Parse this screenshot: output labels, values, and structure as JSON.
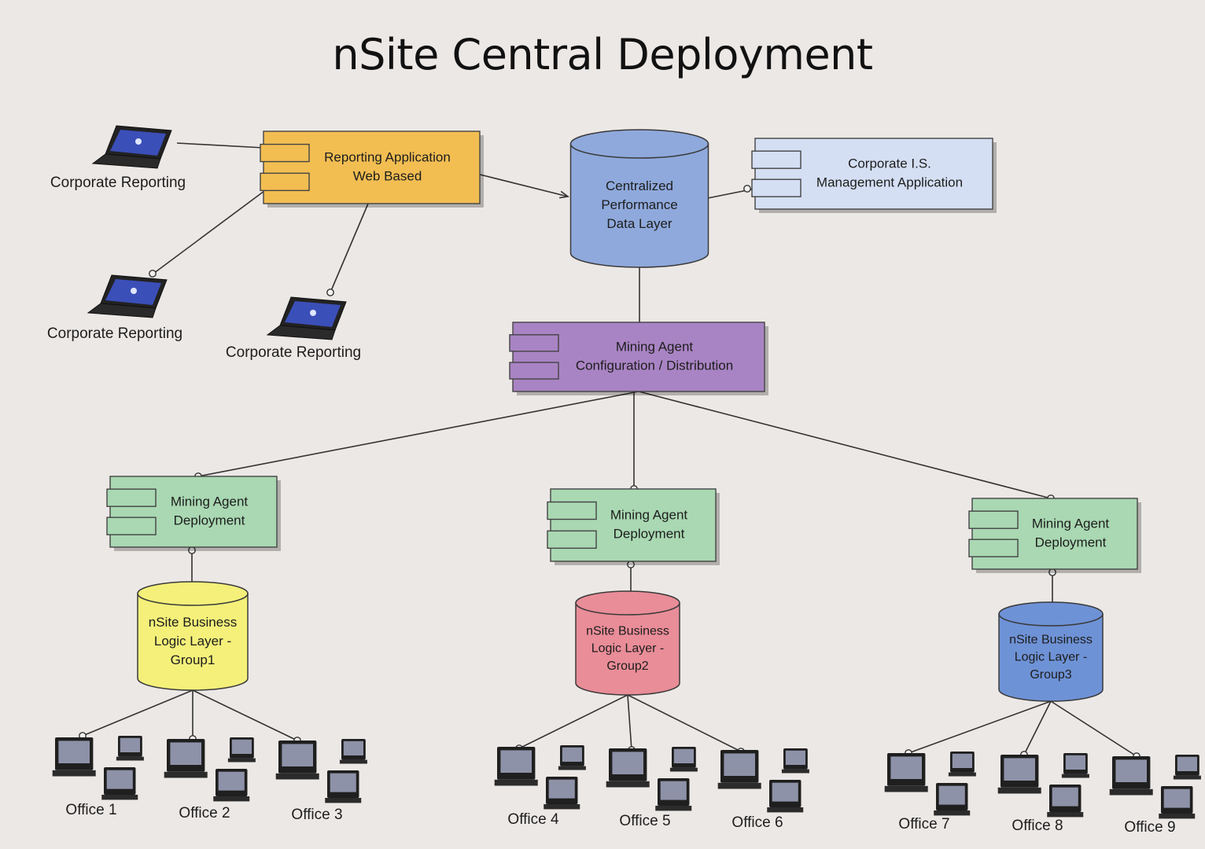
{
  "title": "nSite Central Deployment",
  "colors": {
    "background": "#ece8e6",
    "reporting_app": "#f2be52",
    "data_layer": "#8fa9dc",
    "management_app": "#d4dff4",
    "mining_config": "#a984c4",
    "mining_deploy": "#a9d8b2",
    "group1": "#f4f07a",
    "group2": "#e98d98",
    "group3": "#6e92d6",
    "line": "#333333"
  },
  "nodes": {
    "reporting_app": {
      "lines": [
        "Reporting Application",
        "Web Based"
      ]
    },
    "data_layer": {
      "lines": [
        "Centralized",
        "Performance",
        "Data Layer"
      ]
    },
    "management_app": {
      "lines": [
        "Corporate I.S.",
        "Management Application"
      ]
    },
    "mining_config": {
      "lines": [
        "Mining Agent",
        "Configuration / Distribution"
      ]
    },
    "mining_deploy_1": {
      "lines": [
        "Mining Agent",
        "Deployment"
      ]
    },
    "mining_deploy_2": {
      "lines": [
        "Mining Agent",
        "Deployment"
      ]
    },
    "mining_deploy_3": {
      "lines": [
        "Mining Agent",
        "Deployment"
      ]
    },
    "group1": {
      "lines": [
        "nSite Business",
        "Logic Layer -",
        "Group1"
      ]
    },
    "group2": {
      "lines": [
        "nSite Business",
        "Logic Layer -",
        "Group2"
      ]
    },
    "group3": {
      "lines": [
        "nSite Business",
        "Logic Layer -",
        "Group3"
      ]
    }
  },
  "reporting_clients": [
    "Corporate Reporting",
    "Corporate Reporting",
    "Corporate Reporting"
  ],
  "offices": [
    "Office 1",
    "Office 2",
    "Office 3",
    "Office 4",
    "Office 5",
    "Office 6",
    "Office 7",
    "Office 8",
    "Office 9"
  ]
}
